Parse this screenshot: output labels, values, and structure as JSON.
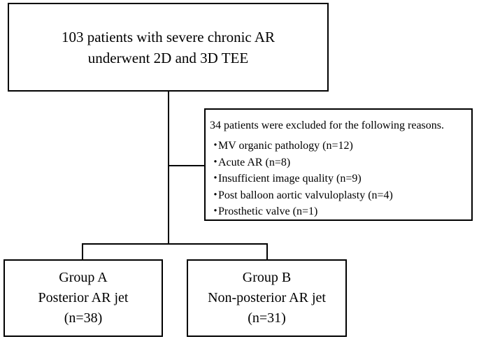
{
  "top_box": {
    "line1": "103 patients with severe chronic AR",
    "line2": "underwent 2D and 3D TEE"
  },
  "exclusion": {
    "heading": "34 patients were excluded for the following reasons.",
    "bullet": "・",
    "items": [
      "MV organic pathology (n=12)",
      "Acute AR (n=8)",
      "Insufficient image quality (n=9)",
      "Post balloon aortic valvuloplasty (n=4)",
      "Prosthetic valve (n=1)"
    ]
  },
  "group_a": {
    "title": "Group A",
    "subtitle": "Posterior AR jet",
    "count": "(n=38)"
  },
  "group_b": {
    "title": "Group B",
    "subtitle": "Non-posterior AR jet",
    "count": "(n=31)"
  }
}
